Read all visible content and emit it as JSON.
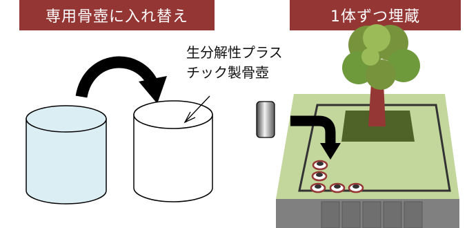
{
  "banners": {
    "left": "専用骨壺に入れ替え",
    "right": "1体ずつ埋蔵"
  },
  "callout": {
    "line1": "生分解性プラス",
    "line2": "チック製骨壺"
  },
  "colors": {
    "banner_bg": "#943634",
    "cylinder_left_fill": "#dbeef4",
    "cylinder_right_fill": "#ffffff",
    "ground_top": "#c3d69b",
    "ground_side": "#77933c",
    "tree_plot": "#4f6228",
    "trunk": "#953735",
    "foliage": "#6e9a3c",
    "stone": "#808080"
  },
  "icons": [
    "curved-arrow-icon",
    "down-arrow-icon",
    "urn-icon",
    "tree-icon",
    "burial-hole-icon"
  ]
}
